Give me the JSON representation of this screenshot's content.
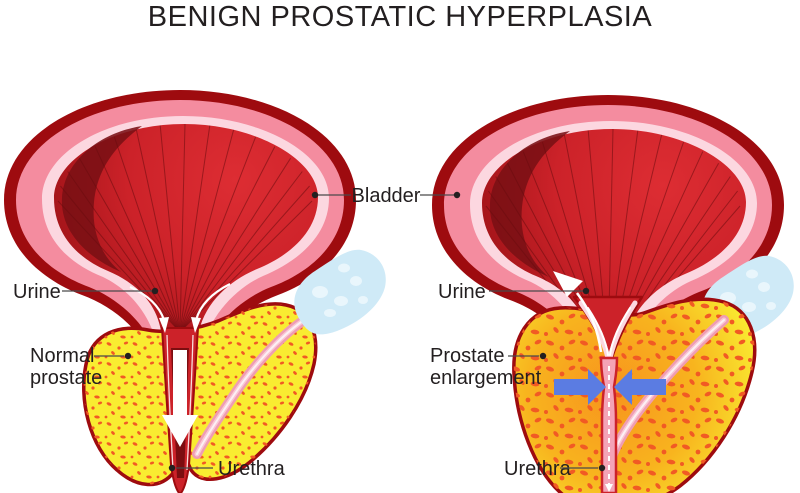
{
  "title": "BENIGN PROSTATIC HYPERPLASIA",
  "bladder_label": "Bladder",
  "left_panel": {
    "urine": "Urine",
    "prostate_line1": "Normal",
    "prostate_line2": "prostate",
    "urethra": "Urethra"
  },
  "right_panel": {
    "urine": "Urine",
    "prostate_line1": "Prostate",
    "prostate_line2": "enlargement",
    "urethra": "Urethra"
  },
  "colors": {
    "background": "#ffffff",
    "label_text": "#231f20",
    "leader": "#4a4a4a",
    "outline": "#9e0b0f",
    "wall_pink": "#f48c9f",
    "mucosa_pink": "#fcd7e0",
    "interior_red": "#cc2229",
    "interior_dark": "#7a1014",
    "line_dark": "#6b0d10",
    "core_maroon": "#7c0d10",
    "prostate_yellow": "#f9ec31",
    "prostate_orange": "#f7941d",
    "speckle_orange": "#f15a24",
    "vesicle_blue": "#cfeaf7",
    "vesicle_spot": "#e9f6fc",
    "duct_pink": "#ef9db3",
    "duct_light": "#f9c6d4",
    "duct_core": "#fdf0f4",
    "urethra_band_pink": "#f4a3b7",
    "arrow_blue": "#5b7ce2",
    "flow_white": "#ffffff"
  }
}
